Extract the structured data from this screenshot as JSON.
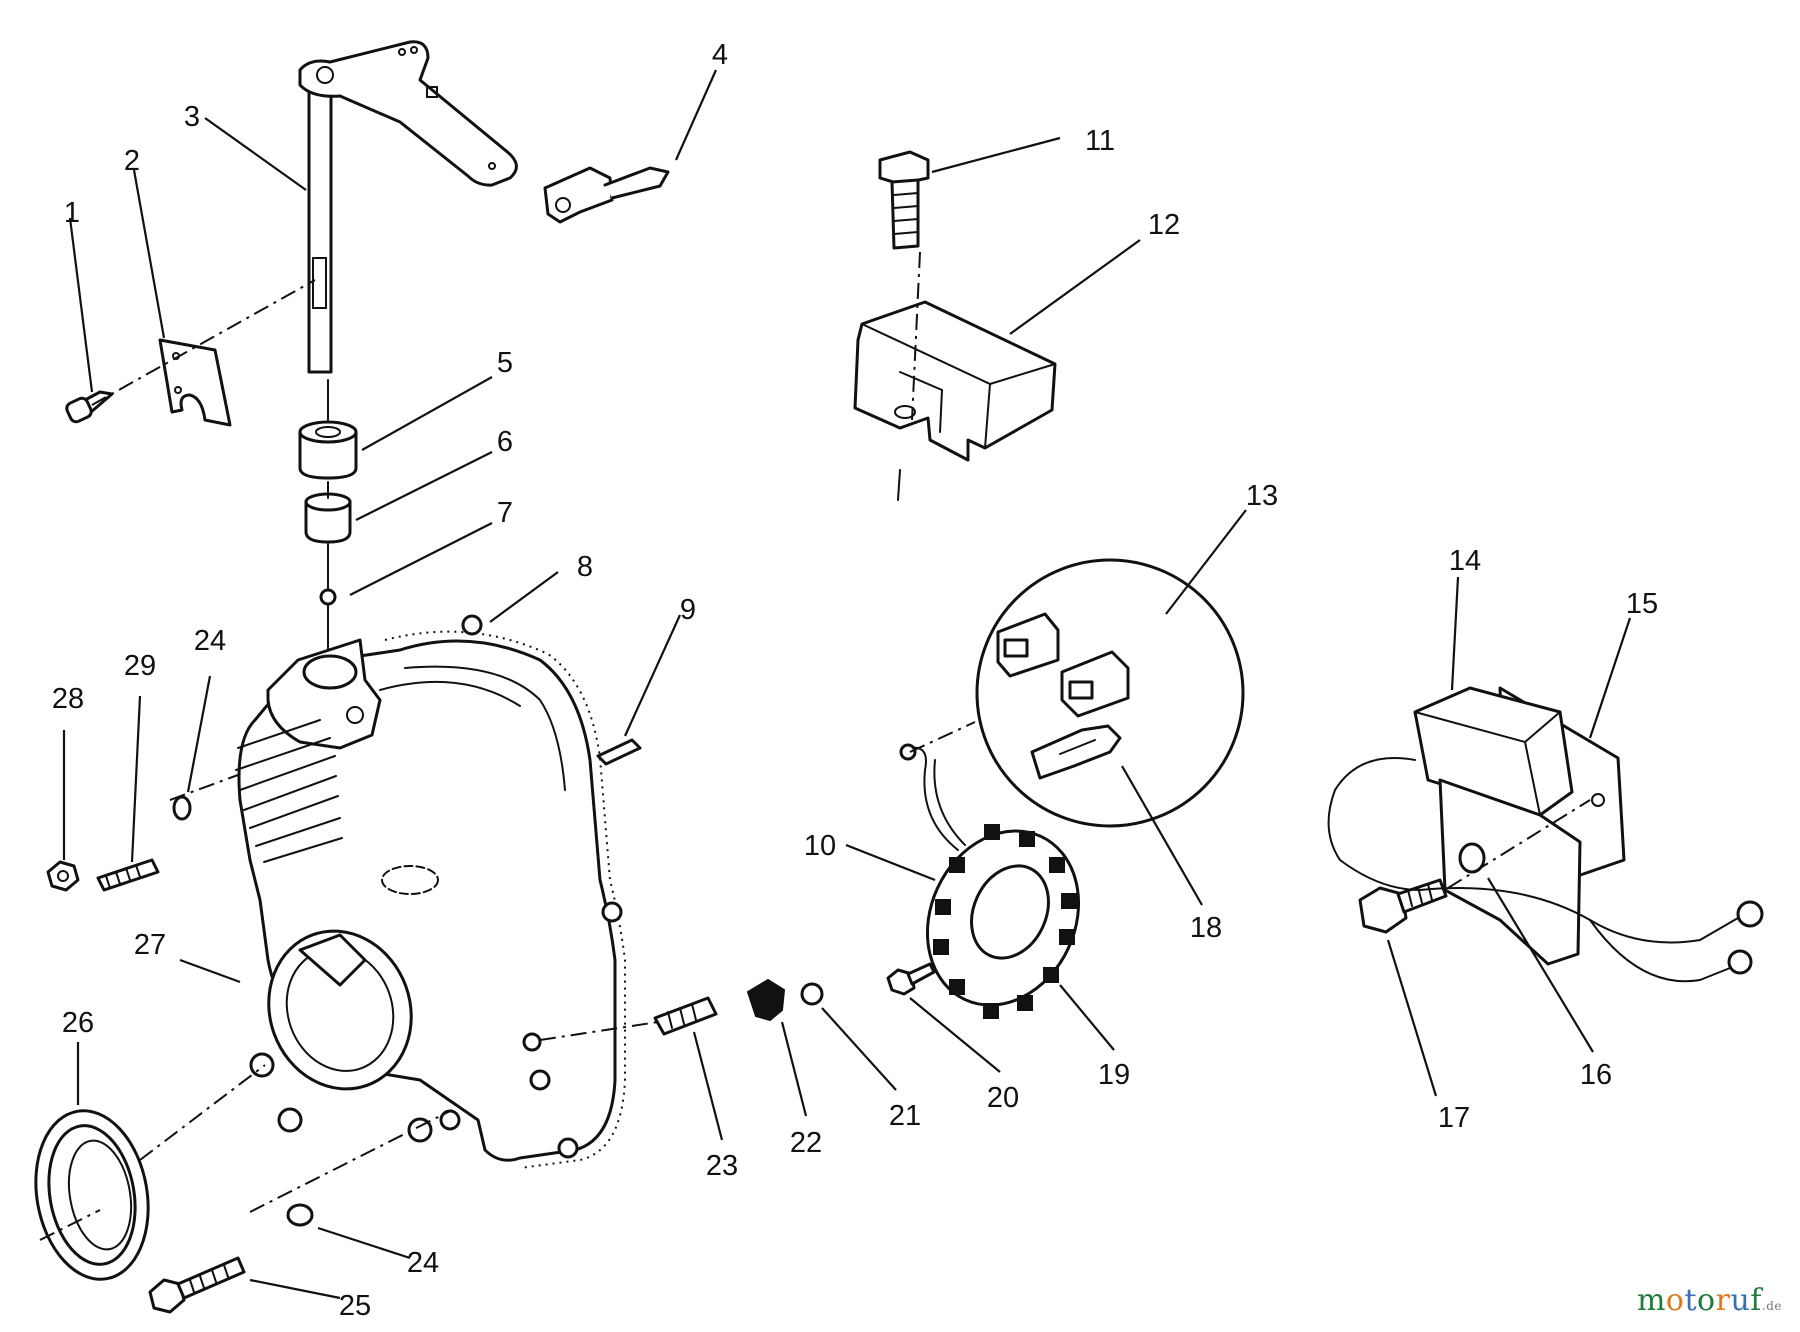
{
  "diagram": {
    "callouts": [
      "1",
      "2",
      "3",
      "4",
      "5",
      "6",
      "7",
      "8",
      "9",
      "10",
      "11",
      "12",
      "13",
      "14",
      "15",
      "16",
      "17",
      "18",
      "19",
      "20",
      "21",
      "22",
      "23",
      "24",
      "24",
      "25",
      "26",
      "27",
      "28",
      "29"
    ]
  },
  "watermark": {
    "text": "motoruf",
    "suffix": ".de",
    "colors": [
      "#1e7c3a",
      "#e07b1a",
      "#3b6fb5"
    ]
  }
}
